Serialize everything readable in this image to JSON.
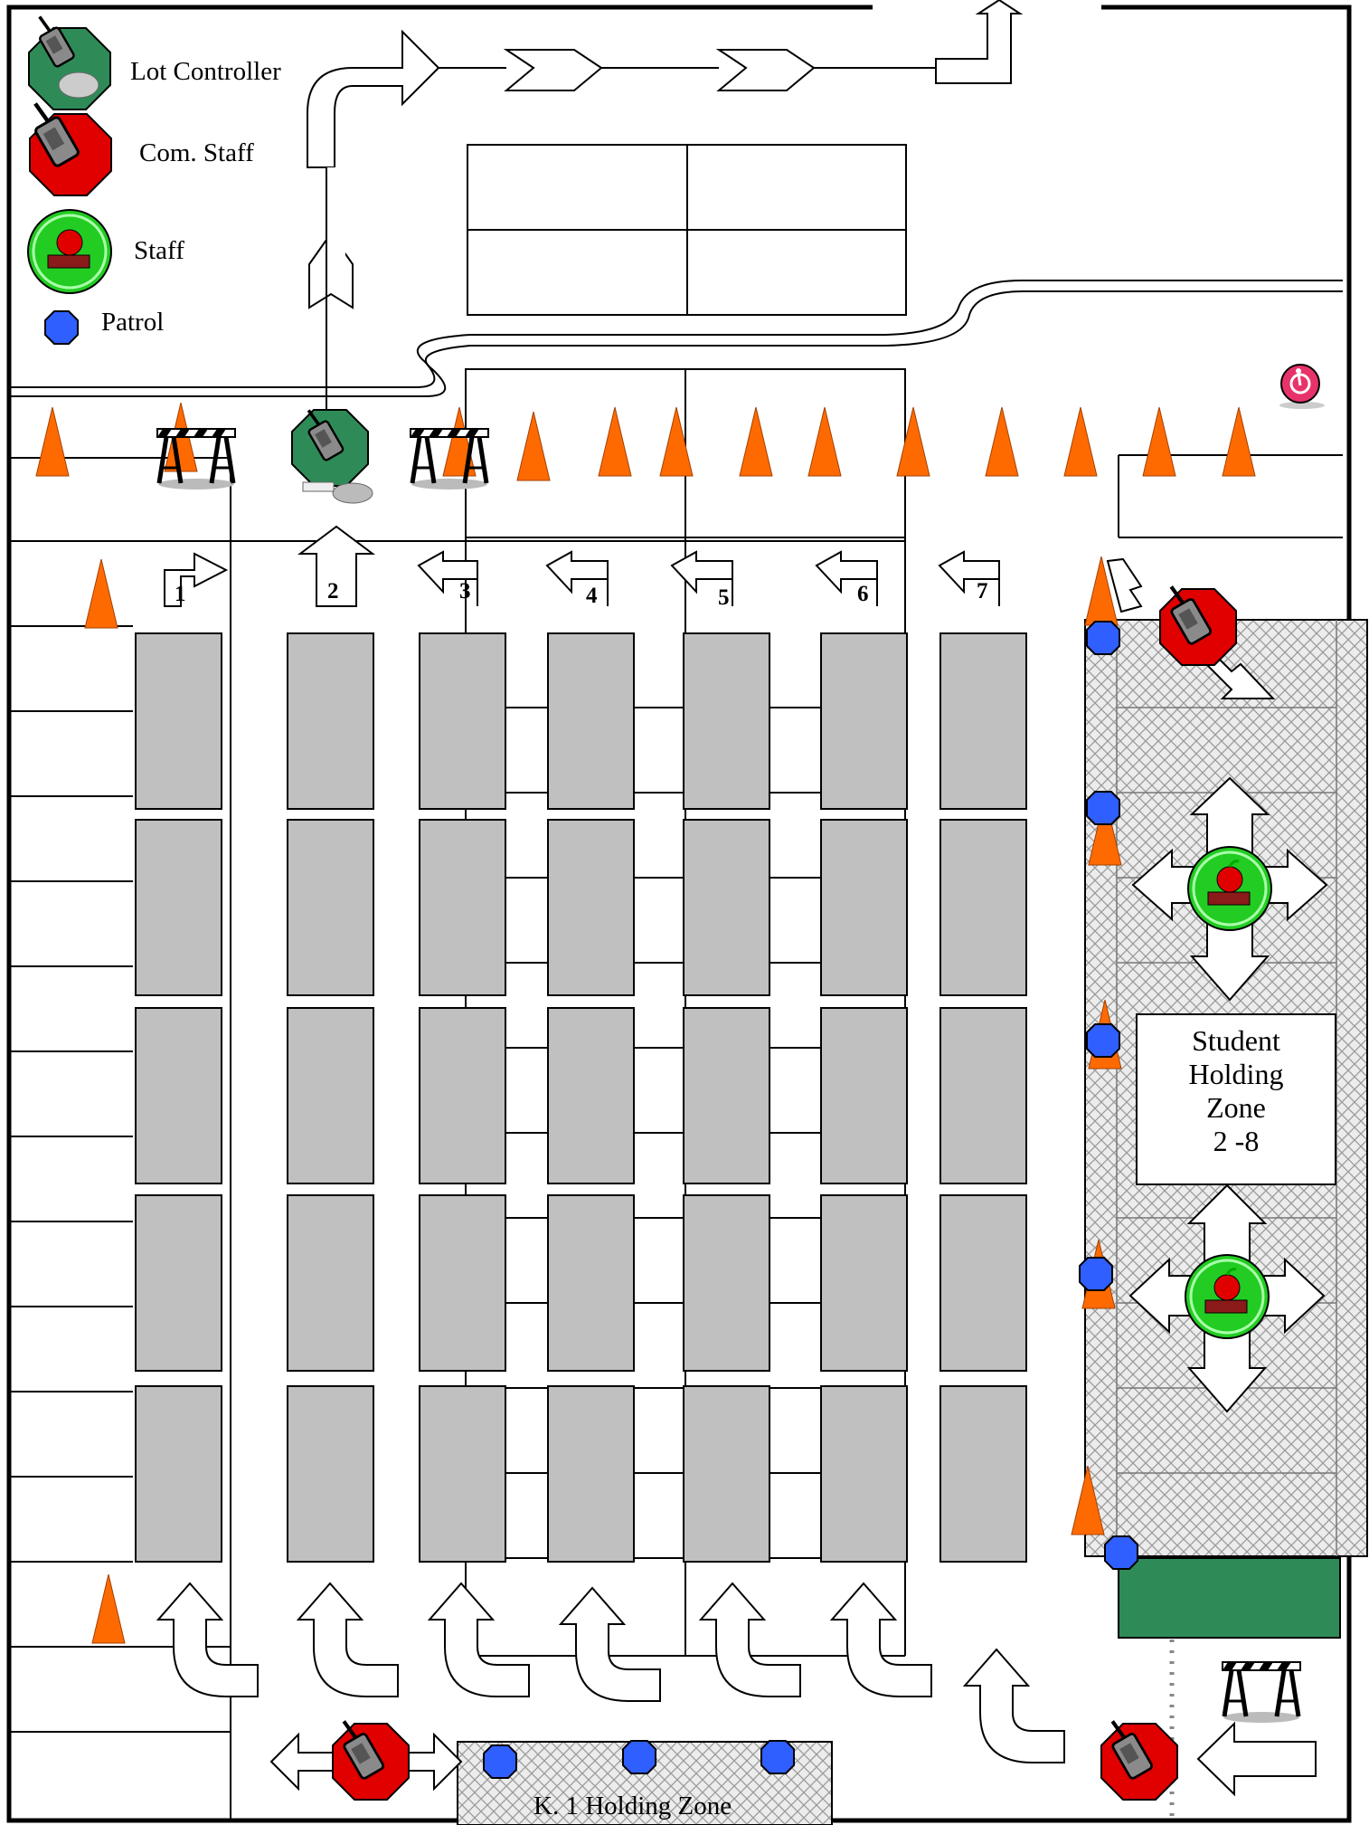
{
  "legend": {
    "lot_controller": "Lot Controller",
    "com_staff": "Com. Staff",
    "staff": "Staff",
    "patrol": "Patrol"
  },
  "lanes": [
    "1",
    "2",
    "3",
    "4",
    "5",
    "6",
    "7"
  ],
  "student_zone": {
    "line1": "Student",
    "line2": "Holding",
    "line3": "Zone",
    "line4": "2 -8"
  },
  "k1_zone": "K. 1 Holding Zone",
  "colors": {
    "cone": "#ff6a00",
    "patrol": "#2f5fff",
    "lot_controller": "#2e8b57",
    "com_staff": "#e00000",
    "staff": "#22cc22",
    "car": "#c0c0c0",
    "green_pad": "#2e8b57"
  }
}
